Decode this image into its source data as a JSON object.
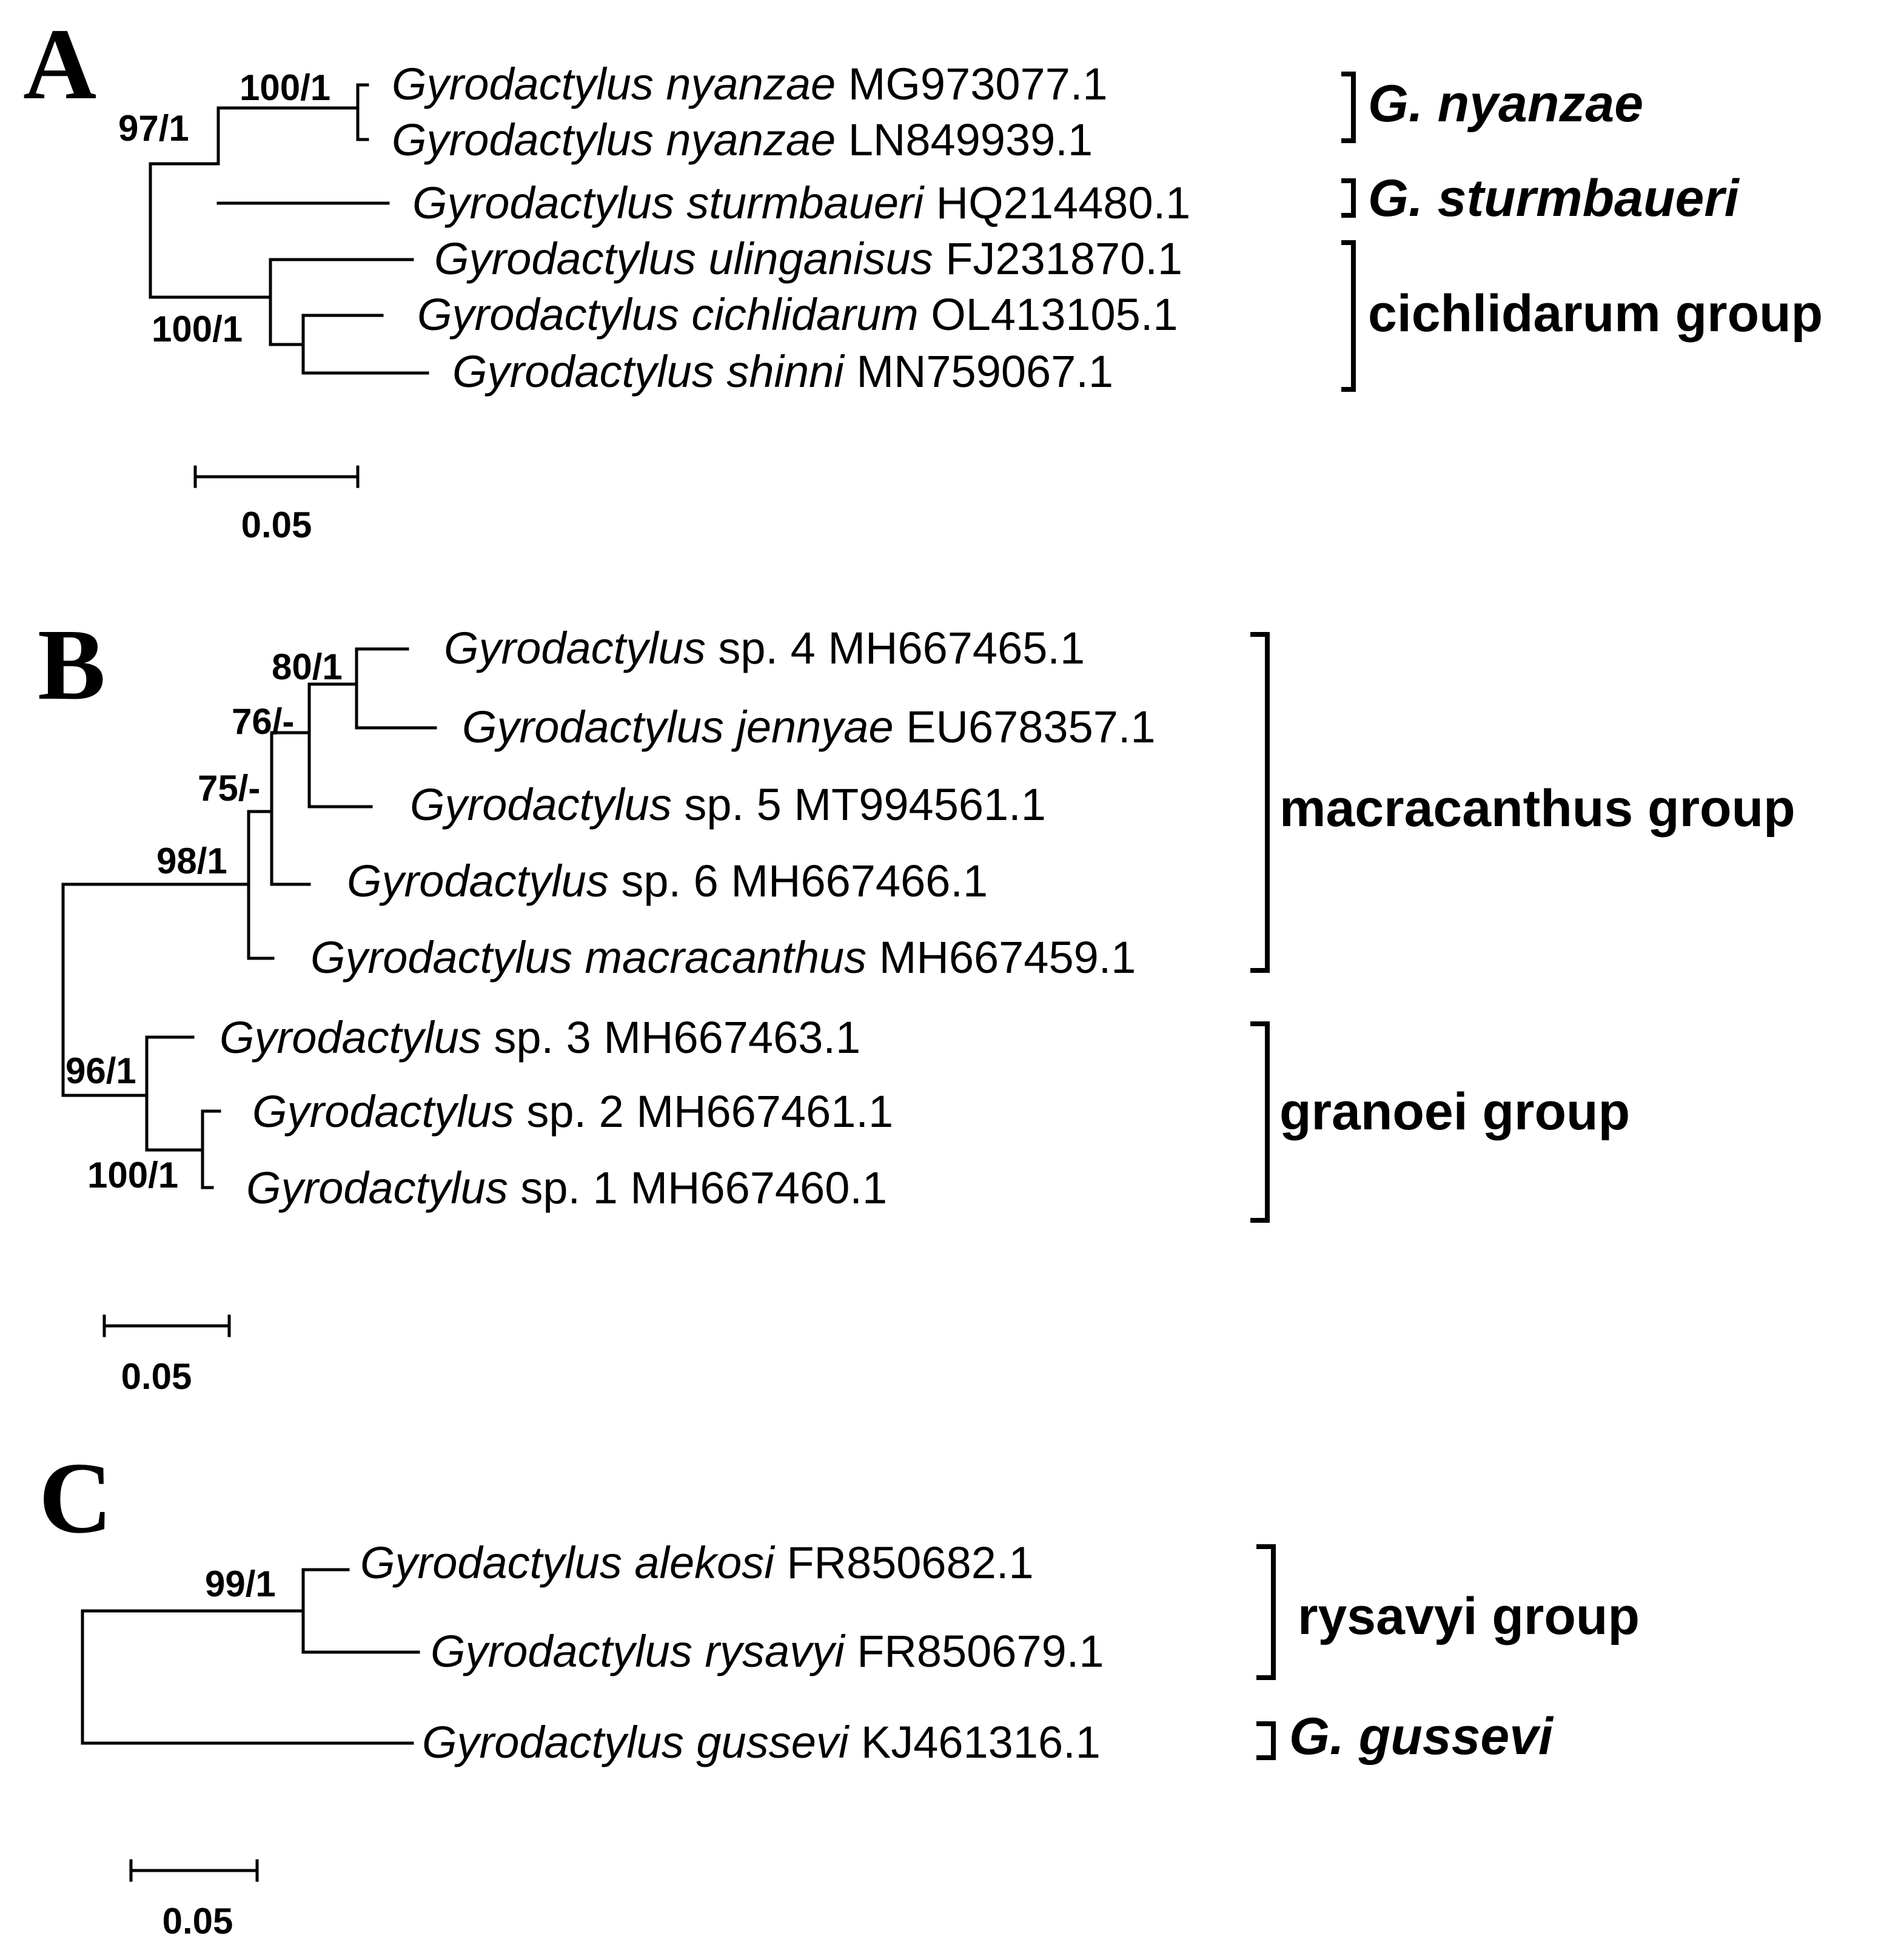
{
  "panels": [
    {
      "letter": "A",
      "tips": [
        {
          "genus": "Gyrodactylus",
          "species": "nyanzae",
          "accession": "MG973077.1"
        },
        {
          "genus": "Gyrodactylus",
          "species": "nyanzae",
          "accession": "LN849939.1"
        },
        {
          "genus": "Gyrodactylus",
          "species": "sturmbaueri",
          "accession": "HQ214480.1"
        },
        {
          "genus": "Gyrodactylus",
          "species": "ulinganisus",
          "accession": "FJ231870.1"
        },
        {
          "genus": "Gyrodactylus",
          "species": "cichlidarum",
          "accession": "OL413105.1"
        },
        {
          "genus": "Gyrodactylus",
          "species": "shinni",
          "accession": "MN759067.1"
        }
      ],
      "support": [
        "100/1",
        "97/1",
        "100/1"
      ],
      "groups": [
        {
          "label": "G. nyanzae",
          "italic": true
        },
        {
          "label": "G. sturmbaueri",
          "italic": true
        },
        {
          "label": "cichlidarum group",
          "italic": false
        }
      ],
      "scale_bar": "0.05"
    },
    {
      "letter": "B",
      "tips": [
        {
          "genus": "Gyrodactylus",
          "species": "",
          "rest": "sp. 4 MH667465.1"
        },
        {
          "genus": "Gyrodactylus",
          "species": "jennyae",
          "rest": "EU678357.1"
        },
        {
          "genus": "Gyrodactylus",
          "species": "",
          "rest": "sp. 5 MT994561.1"
        },
        {
          "genus": "Gyrodactylus",
          "species": "",
          "rest": "sp. 6 MH667466.1"
        },
        {
          "genus": "Gyrodactylus",
          "species": "macracanthus",
          "rest": "MH667459.1"
        },
        {
          "genus": "Gyrodactylus",
          "species": "",
          "rest": "sp. 3 MH667463.1"
        },
        {
          "genus": "Gyrodactylus",
          "species": "",
          "rest": "sp. 2 MH667461.1"
        },
        {
          "genus": "Gyrodactylus",
          "species": "",
          "rest": "sp. 1 MH667460.1"
        }
      ],
      "support": [
        "80/1",
        "76/-",
        "75/-",
        "98/1",
        "96/1",
        "100/1"
      ],
      "groups": [
        {
          "label": "macracanthus group",
          "italic": false
        },
        {
          "label": "granoei group",
          "italic": false
        }
      ],
      "scale_bar": "0.05"
    },
    {
      "letter": "C",
      "tips": [
        {
          "genus": "Gyrodactylus",
          "species": "alekosi",
          "accession": "FR850682.1"
        },
        {
          "genus": "Gyrodactylus",
          "species": "rysavyi",
          "accession": "FR850679.1"
        },
        {
          "genus": "Gyrodactylus",
          "species": "gussevi",
          "accession": "KJ461316.1"
        }
      ],
      "support": [
        "99/1"
      ],
      "groups": [
        {
          "label": "rysavyi group",
          "italic": false
        },
        {
          "label": "G. gussevi",
          "italic": true
        }
      ],
      "scale_bar": "0.05"
    }
  ]
}
